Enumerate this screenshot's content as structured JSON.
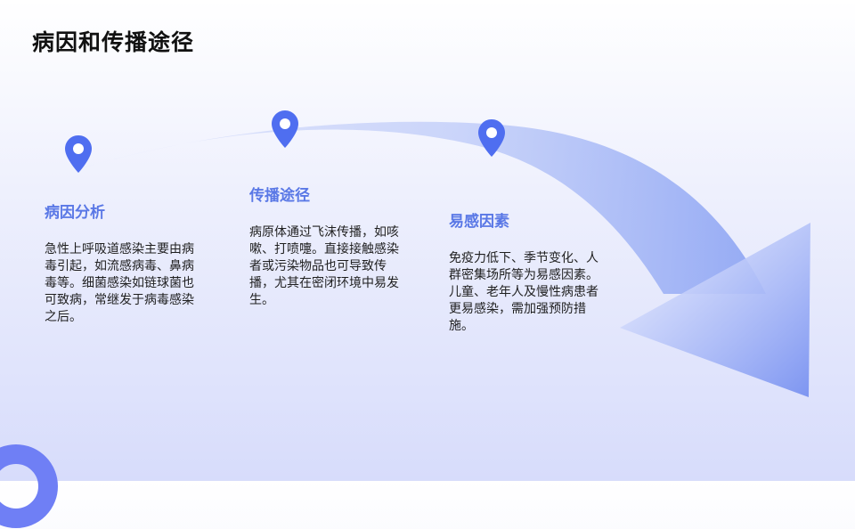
{
  "slide": {
    "title": "病因和传播途径"
  },
  "colors": {
    "accent": "#4f6ef0",
    "heading": "#5a78e6",
    "text": "#1f1f1f",
    "title": "#111111",
    "ring": "#6f7ff5"
  },
  "sections": [
    {
      "heading": "病因分析",
      "body": "急性上呼吸道感染主要由病毒引起，如流感病毒、鼻病毒等。细菌感染如链球菌也可致病，常继发于病毒感染之后。",
      "icon": "map-pin-icon"
    },
    {
      "heading": "传播途径",
      "body": "病原体通过飞沫传播，如咳嗽、打喷嚏。直接接触感染者或污染物品也可导致传播，尤其在密闭环境中易发生。",
      "icon": "map-pin-icon"
    },
    {
      "heading": "易感因素",
      "body": "免疫力低下、季节变化、人群密集场所等为易感因素。儿童、老年人及慢性病患者更易感染，需加强预防措施。",
      "icon": "map-pin-icon"
    }
  ]
}
